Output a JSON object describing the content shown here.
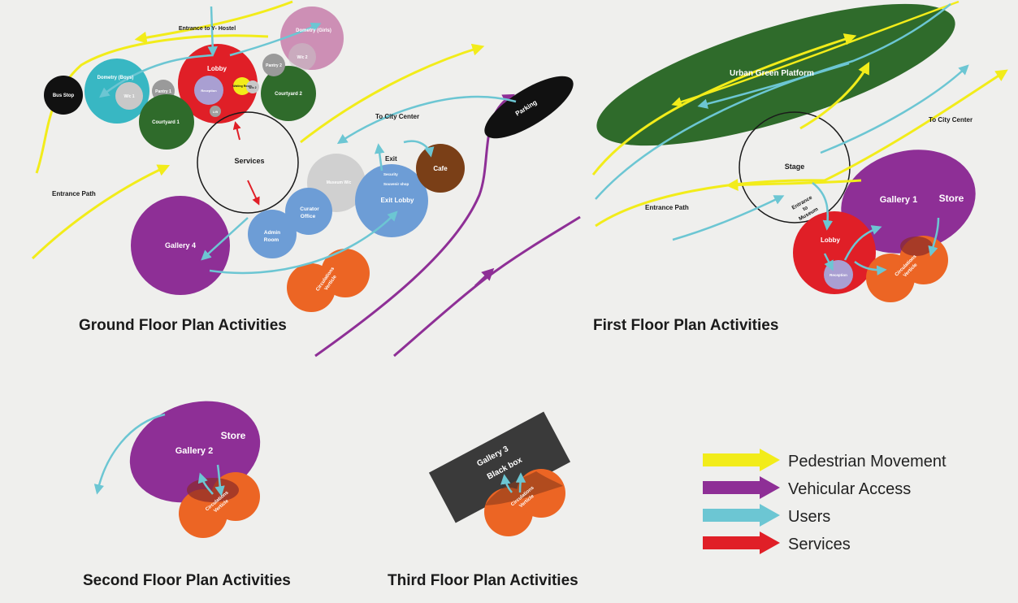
{
  "titles": {
    "ground": "Ground Floor Plan Activities",
    "first": "First Floor Plan Activities",
    "second": "Second Floor Plan Activities",
    "third": "Third Floor Plan Activities"
  },
  "ground": {
    "entrance_hostel": "Entrance to Y- Hostel",
    "dometry_girls": "Dometry (Girls)",
    "wc2": "W/c 2",
    "pantry2": "Pantry 2",
    "lobby": "Lobby",
    "reception": "Reception",
    "waiting_room": "Waiting Room",
    "wc_small": "W/c 2",
    "lift": "Lift",
    "courtyard2": "Courtyard 2",
    "dometry_boys": "Dometry (Boys)",
    "wc1": "W/c 1",
    "pantry1": "Pantry 1",
    "bus_stop": "Bus Stop",
    "courtyard1": "Courtyard 1",
    "services": "Services",
    "entrance_path": "Entrance Path",
    "to_city_center": "To City Center",
    "parking": "Parking",
    "exit": "Exit",
    "cafe": "Cafe",
    "museum_wc": "Museum W/c",
    "security": "Security",
    "souvenir": "Souvenir shop",
    "exit_lobby": "Exit Lobby",
    "curator1": "Curator",
    "curator2": "Office",
    "admin1": "Admin",
    "admin2": "Room",
    "gallery4": "Gallery 4",
    "circ1": "Circulations",
    "circ2": "Verticle"
  },
  "first": {
    "urban_green": "Urban Green Platform",
    "to_city_center": "To City Center",
    "stage": "Stage",
    "entrance_path": "Entrance Path",
    "entrance_museum1": "Entrance",
    "entrance_museum2": "to",
    "entrance_museum3": "Museum",
    "gallery1": "Gallery 1",
    "store": "Store",
    "lobby": "Lobby",
    "reception": "Reception",
    "circ1": "Circulations",
    "circ2": "Verticle"
  },
  "second": {
    "store": "Store",
    "gallery2": "Gallery 2",
    "circ1": "Circulations",
    "circ2": "Verticle"
  },
  "third": {
    "gallery3": "Gallery 3",
    "black_box": "Black box",
    "circ1": "Circulations",
    "circ2": "Verticle"
  },
  "legend": {
    "items": [
      {
        "label": "Pedestrian Movement",
        "color": "#f2ec1a"
      },
      {
        "label": "Vehicular Access",
        "color": "#8e2f96"
      },
      {
        "label": "Users",
        "color": "#6cc6d3"
      },
      {
        "label": "Services",
        "color": "#e01f27"
      }
    ]
  },
  "colors": {
    "yellow": "#f2ec1a",
    "purple": "#8e2f96",
    "cyan": "#6cc6d3",
    "red": "#e01f27",
    "green": "#2f6b2b",
    "orange": "#ec6524",
    "blue": "#6d9dd6",
    "teal": "#38b7c3",
    "pink": "#cd8fb5",
    "grey": "#c8c8c8",
    "brown": "#7a3f17",
    "dark": "#3a3a3a"
  }
}
